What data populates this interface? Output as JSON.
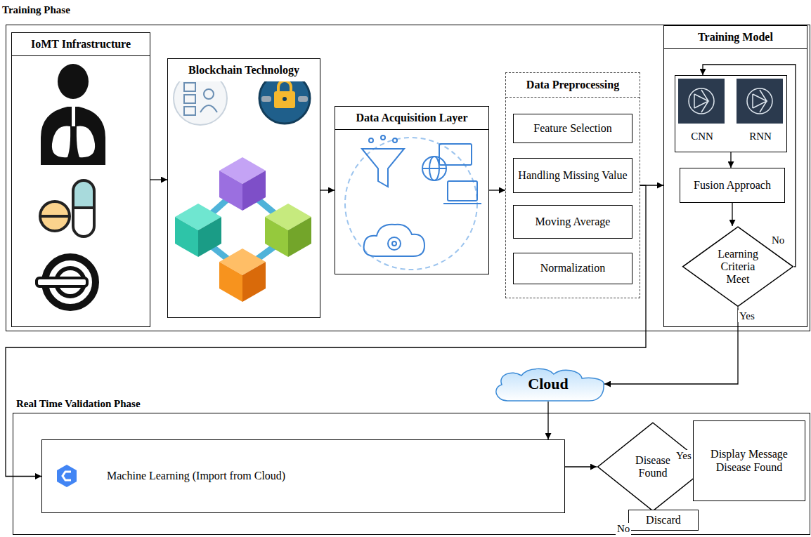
{
  "diagram": {
    "nodes": [
      {
        "text": [
          "Training Phase"
        ]
      },
      {
        "text": [
          "IoMT Infrastructure"
        ],
        "in": 0
      },
      {
        "text": [
          "Blockchain Technology"
        ],
        "in": 0
      },
      {
        "text": [
          "Data Acquisition Layer"
        ],
        "in": 0
      },
      {
        "text": [
          "Data Preprocessing"
        ],
        "in": 0
      },
      {
        "text": [
          "Feature Selection"
        ],
        "in": 4
      },
      {
        "text": [
          "Handling Missing Value"
        ],
        "in": 4
      },
      {
        "text": [
          "Moving Average"
        ],
        "in": 4
      },
      {
        "text": [
          "Normalization"
        ],
        "in": 4
      },
      {
        "text": [
          "Training Model"
        ],
        "in": 0
      },
      {
        "text": [
          "CNN",
          "RNN"
        ],
        "in": 9
      },
      {
        "text": [
          "Fusion Approach"
        ],
        "in": 9
      },
      {
        "text": [
          "Learning Criteria Meet"
        ],
        "in": 9
      },
      {
        "text": [
          "Cloud"
        ]
      },
      {
        "text": [
          "Real Time Validation Phase"
        ]
      },
      {
        "text": [
          "Machine Learning (Import from Cloud)"
        ],
        "in": 14
      },
      {
        "text": [
          "Disease Found"
        ],
        "in": 14
      },
      {
        "text": [
          "Display Message Disease Found"
        ],
        "in": 14
      },
      {
        "text": [
          "Discard"
        ],
        "in": 14
      }
    ],
    "edges": [
      {
        "from": 1,
        "to": 2,
        "arrow": "to"
      },
      {
        "from": 2,
        "to": 3,
        "arrow": "to"
      },
      {
        "from": 3,
        "to": 4,
        "arrow": "to"
      },
      {
        "from": 4,
        "to": 9,
        "arrow": "to"
      },
      {
        "from": 4,
        "to": 15,
        "arrow": "to"
      },
      {
        "from": 12,
        "to": 10,
        "label": "No",
        "arrow": "to"
      },
      {
        "from": 10,
        "to": 11,
        "arrow": "to"
      },
      {
        "from": 11,
        "to": 12,
        "arrow": "to"
      },
      {
        "from": 12,
        "to": 13,
        "label": "Yes",
        "arrow": "to"
      },
      {
        "from": 13,
        "to": 15,
        "arrow": "to"
      },
      {
        "from": 15,
        "to": 16,
        "arrow": "to"
      },
      {
        "from": 16,
        "to": 17,
        "label": "Yes",
        "arrow": "to"
      },
      {
        "from": 16,
        "to": 18,
        "label": "No",
        "arrow": "to"
      }
    ]
  }
}
